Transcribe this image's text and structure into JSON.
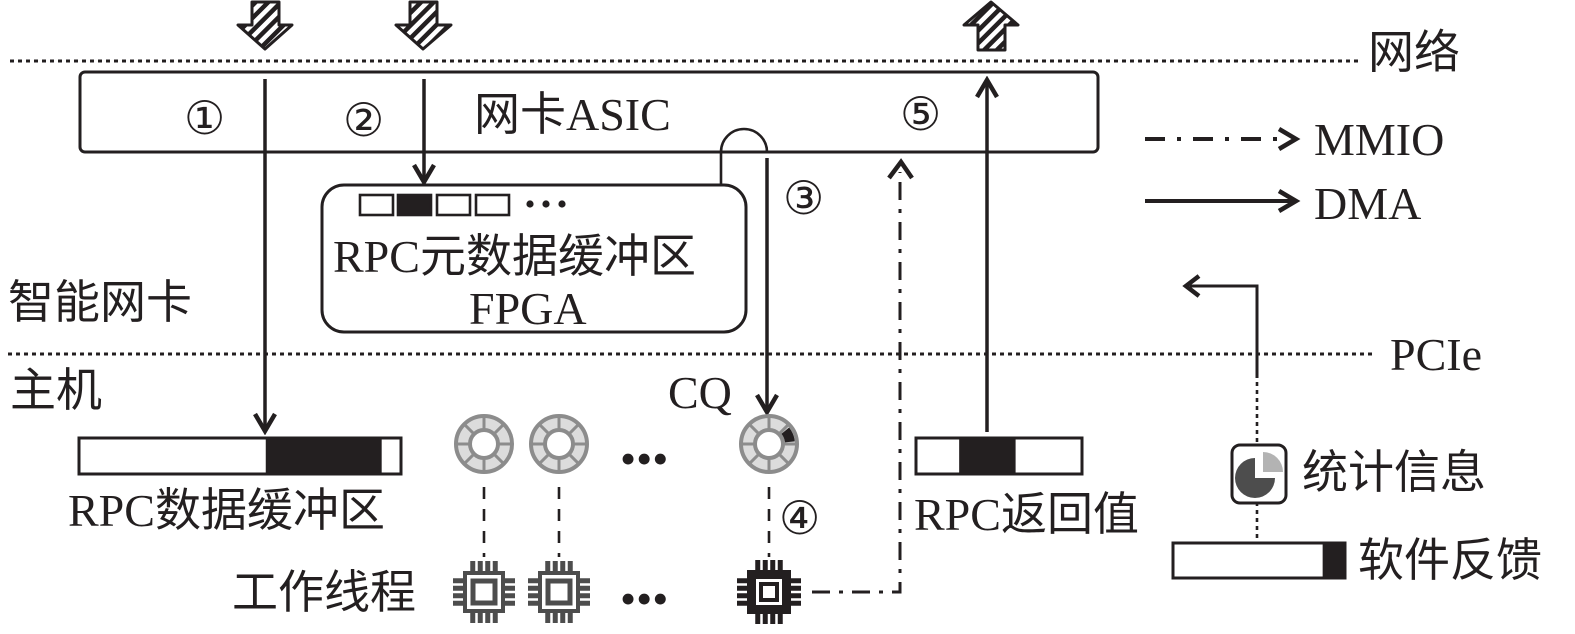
{
  "layers": {
    "network": "网络",
    "pcie": "PCIe",
    "smartnic": "智能网卡",
    "host": "主机"
  },
  "nic_asic": {
    "label": "网卡ASIC"
  },
  "fpga": {
    "line1": "RPC元数据缓冲区",
    "line2": "FPGA",
    "slots_visible": 4,
    "filled_slot_index": 1,
    "ellipsis": "•••"
  },
  "steps": [
    "①",
    "②",
    "③",
    "④",
    "⑤"
  ],
  "legend": {
    "mmio": "MMIO",
    "dma": "DMA"
  },
  "host": {
    "rpc_data_buffer": {
      "label": "RPC数据缓冲区",
      "filled_from": 0.58,
      "filled_to": 0.94
    },
    "cq_label": "CQ",
    "worker_label": "工作线程",
    "ellipsis": "•••",
    "rpc_return": {
      "label": "RPC返回值",
      "filled_from": 0.26,
      "filled_to": 0.6
    },
    "stats_label": "统计信息",
    "feedback": {
      "label": "软件反馈",
      "filled_from": 0.87,
      "filled_to": 1.0
    }
  },
  "colors": {
    "ink": "#231f20",
    "ring_fill": "#dcdcdc",
    "ring_stroke": "#8c8c8c",
    "chip_gray": "#4d4d4d",
    "pie_dark": "#4d4d4d",
    "pie_light": "#b3b3b3"
  }
}
